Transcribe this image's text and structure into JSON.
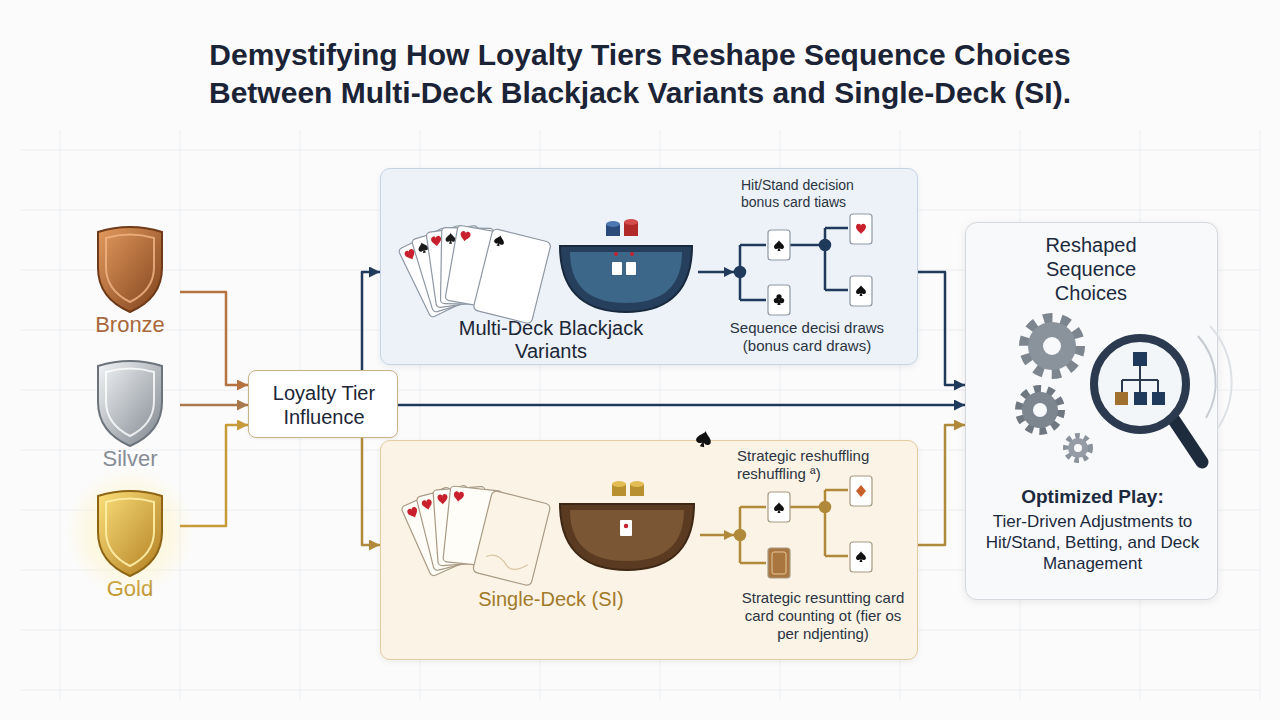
{
  "diagram": {
    "title": "Demystifying How Loyalty Tiers Reshape Sequence Choices Between Multi-Deck Blackjack Variants and Single-Deck (SI).",
    "nodes": [
      {
        "text": [
          "Bronze"
        ]
      },
      {
        "text": [
          "Silver"
        ]
      },
      {
        "text": [
          "Gold"
        ]
      },
      {
        "text": [
          "Loyalty Tier Influence"
        ]
      },
      {
        "text": [
          "Multi-Deck Blackjack Variants",
          "Hit/Stand decision bonus card tiaws",
          "Sequence decisi draws (bonus card draws)"
        ]
      },
      {
        "text": [
          "Single-Deck (SI)",
          "Strategic reshuffling reshuffling ª)",
          "Strategic resuntting card card counting ot (fier os per ndjenting)"
        ]
      },
      {
        "text": [
          "Reshaped Sequence Choices",
          "Optimized Play:",
          "Tier-Driven Adjustments to Hit/Stand, Betting, and Deck Management"
        ]
      }
    ],
    "edges": [
      {
        "from": 0,
        "to": 3,
        "arrow": "to"
      },
      {
        "from": 1,
        "to": 3,
        "arrow": "to"
      },
      {
        "from": 2,
        "to": 3,
        "arrow": "to"
      },
      {
        "from": 3,
        "to": 4,
        "arrow": "to"
      },
      {
        "from": 3,
        "to": 5,
        "arrow": "to"
      },
      {
        "from": 3,
        "to": 6,
        "arrow": "to"
      },
      {
        "from": 4,
        "to": 6,
        "arrow": "to"
      },
      {
        "from": 5,
        "to": 6,
        "arrow": "to"
      }
    ]
  }
}
